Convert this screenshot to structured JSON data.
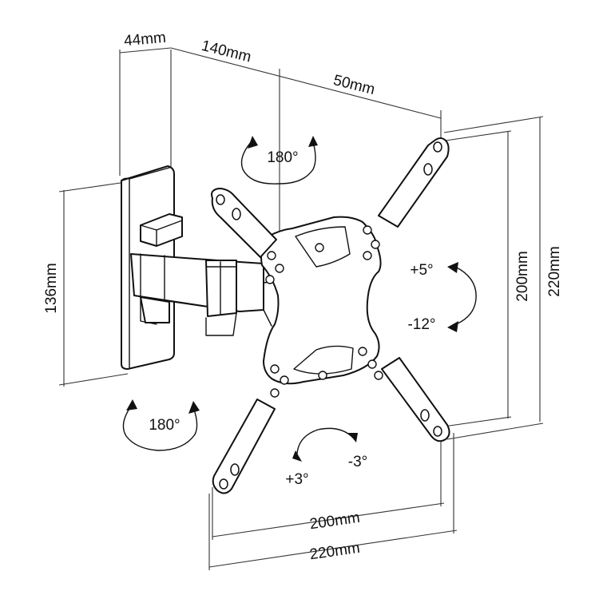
{
  "dimensions": {
    "wall_plate_depth": "44mm",
    "arm_extension": "140mm",
    "arm_offset": "50mm",
    "wall_plate_height": "136mm",
    "vesa_vertical_inner": "200mm",
    "vesa_vertical_outer": "220mm",
    "vesa_horizontal_inner": "200mm",
    "vesa_horizontal_outer": "220mm"
  },
  "rotations": {
    "arm_swivel_top": "180°",
    "wall_swivel_bottom": "180°",
    "tilt_up": "+5°",
    "tilt_down": "-12°",
    "level_plus": "+3°",
    "level_minus": "-3°"
  },
  "colors": {
    "line": "#111111",
    "dimension_line": "#333333",
    "background": "#ffffff"
  }
}
